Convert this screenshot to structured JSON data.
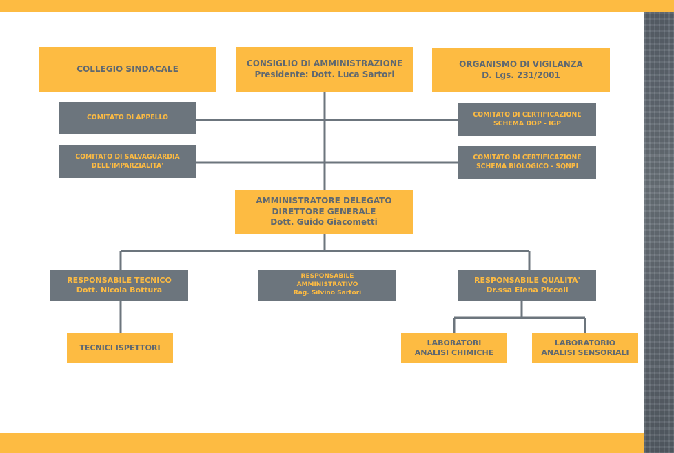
{
  "colors": {
    "accent": "#fdbb42",
    "grey": "#6c757d",
    "line": "#6c757d",
    "text_dark": "#5f6870"
  },
  "boxes": {
    "collegio_sindacale": {
      "line1": "COLLEGIO SINDACALE"
    },
    "consiglio": {
      "line1": "CONSIGLIO DI AMMINISTRAZIONE",
      "line2": "Presidente: Dott. Luca Sartori"
    },
    "organismo": {
      "line1": "ORGANISMO DI VIGILANZA",
      "line2": "D. Lgs. 231/2001"
    },
    "comitato_appello": {
      "line1": "COMITATO DI APPELLO"
    },
    "comitato_salvaguardia": {
      "line1": "COMITATO DI SALVAGUARDIA",
      "line2": "DELL'IMPARZIALITA'"
    },
    "certificazione_dop": {
      "line1": "COMITATO DI CERTIFICAZIONE",
      "line2": "SCHEMA DOP - IGP"
    },
    "certificazione_bio": {
      "line1": "COMITATO DI CERTIFICAZIONE",
      "line2": "SCHEMA BIOLOGICO - SQNPI"
    },
    "amministratore": {
      "line1": "AMMINISTRATORE DELEGATO",
      "line2": "DIRETTORE GENERALE",
      "line3": "Dott. Guido Giacometti"
    },
    "resp_tecnico": {
      "line1": "RESPONSABILE TECNICO",
      "line2": "Dott. Nicola Bottura"
    },
    "resp_amministrativo": {
      "line1": "RESPONSABILE",
      "line2": "AMMINISTRATIVO",
      "line3": "Rag. Silvino Sartori"
    },
    "resp_qualita": {
      "line1": "RESPONSABILE QUALITA'",
      "line2": "Dr.ssa Elena Piccoli"
    },
    "tecnici": {
      "line1": "TECNICI ISPETTORI"
    },
    "lab_chimiche": {
      "line1": "LABORATORI",
      "line2": "ANALISI CHIMICHE"
    },
    "lab_sensoriali": {
      "line1": "LABORATORIO",
      "line2": "ANALISI SENSORIALI"
    }
  }
}
